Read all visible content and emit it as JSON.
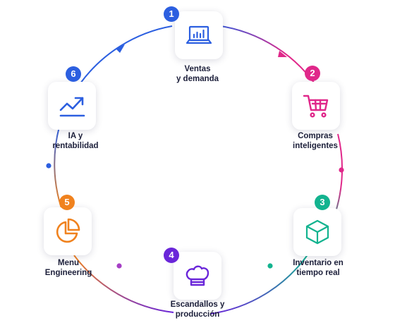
{
  "colors": {
    "blue": "#2c5fe0",
    "pink": "#e0288a",
    "green": "#13b38f",
    "purple": "#6a26d9",
    "orange": "#f0821e",
    "text": "#1c1f3a"
  },
  "steps": [
    {
      "number": "1",
      "line1": "Ventas",
      "line2": "y demanda",
      "icon": "laptop-chart-icon",
      "color": "#2c5fe0"
    },
    {
      "number": "2",
      "line1": "Compras",
      "line2": "inteligentes",
      "icon": "shopping-cart-icon",
      "color": "#e0288a"
    },
    {
      "number": "3",
      "line1": "Inventario en",
      "line2": "tiempo real",
      "icon": "cube-icon",
      "color": "#13b38f"
    },
    {
      "number": "4",
      "line1": "Escandallos y",
      "line2": "producción",
      "icon": "chef-hat-icon",
      "color": "#6a26d9"
    },
    {
      "number": "5",
      "line1": "Menu",
      "line2": "Engineering",
      "icon": "pie-chart-icon",
      "color": "#f0821e"
    },
    {
      "number": "6",
      "line1": "IA y",
      "line2": "rentabilidad",
      "icon": "trend-up-icon",
      "color": "#2c5fe0"
    }
  ]
}
